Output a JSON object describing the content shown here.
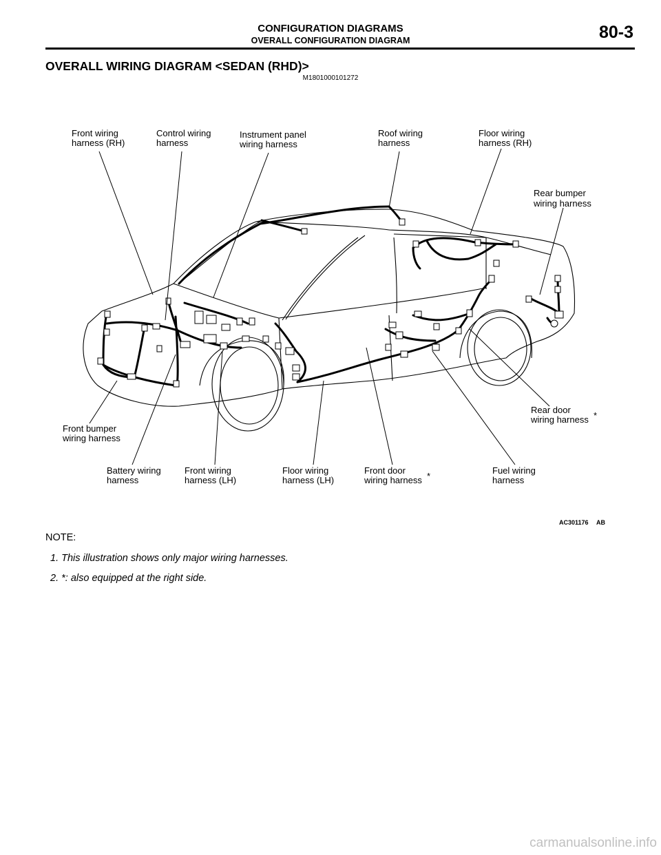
{
  "header": {
    "title": "CONFIGURATION DIAGRAMS",
    "subtitle": "OVERALL CONFIGURATION DIAGRAM",
    "page_number": "80-3"
  },
  "section": {
    "title": "OVERALL WIRING DIAGRAM <SEDAN (RHD)>",
    "doc_id": "M1801000101272"
  },
  "figure": {
    "id": "AC301176",
    "suffix": "AB",
    "labels": {
      "front_rh": [
        "Front wiring",
        "harness (RH)"
      ],
      "control": [
        "Control wiring",
        "harness"
      ],
      "instrument": [
        "Instrument panel",
        "wiring harness"
      ],
      "roof": [
        "Roof wiring",
        "harness"
      ],
      "floor_rh": [
        "Floor wiring",
        "harness (RH)"
      ],
      "rear_bumper": [
        "Rear bumper",
        "wiring harness"
      ],
      "rear_door": [
        "Rear door",
        "wiring harness"
      ],
      "front_bumper": [
        "Front bumper",
        "wiring harness"
      ],
      "battery": [
        "Battery wiring",
        "harness"
      ],
      "front_lh": [
        "Front wiring",
        "harness (LH)"
      ],
      "floor_lh": [
        "Floor wiring",
        "harness (LH)"
      ],
      "front_door": [
        "Front door",
        "wiring harness"
      ],
      "fuel": [
        "Fuel wiring",
        "harness"
      ]
    },
    "asterisk": "*"
  },
  "notes": {
    "heading": "NOTE:",
    "items": [
      "1. This illustration shows only major wiring harnesses.",
      "2. *: also equipped at the right side."
    ]
  },
  "watermark": "carmanualsonline.info"
}
